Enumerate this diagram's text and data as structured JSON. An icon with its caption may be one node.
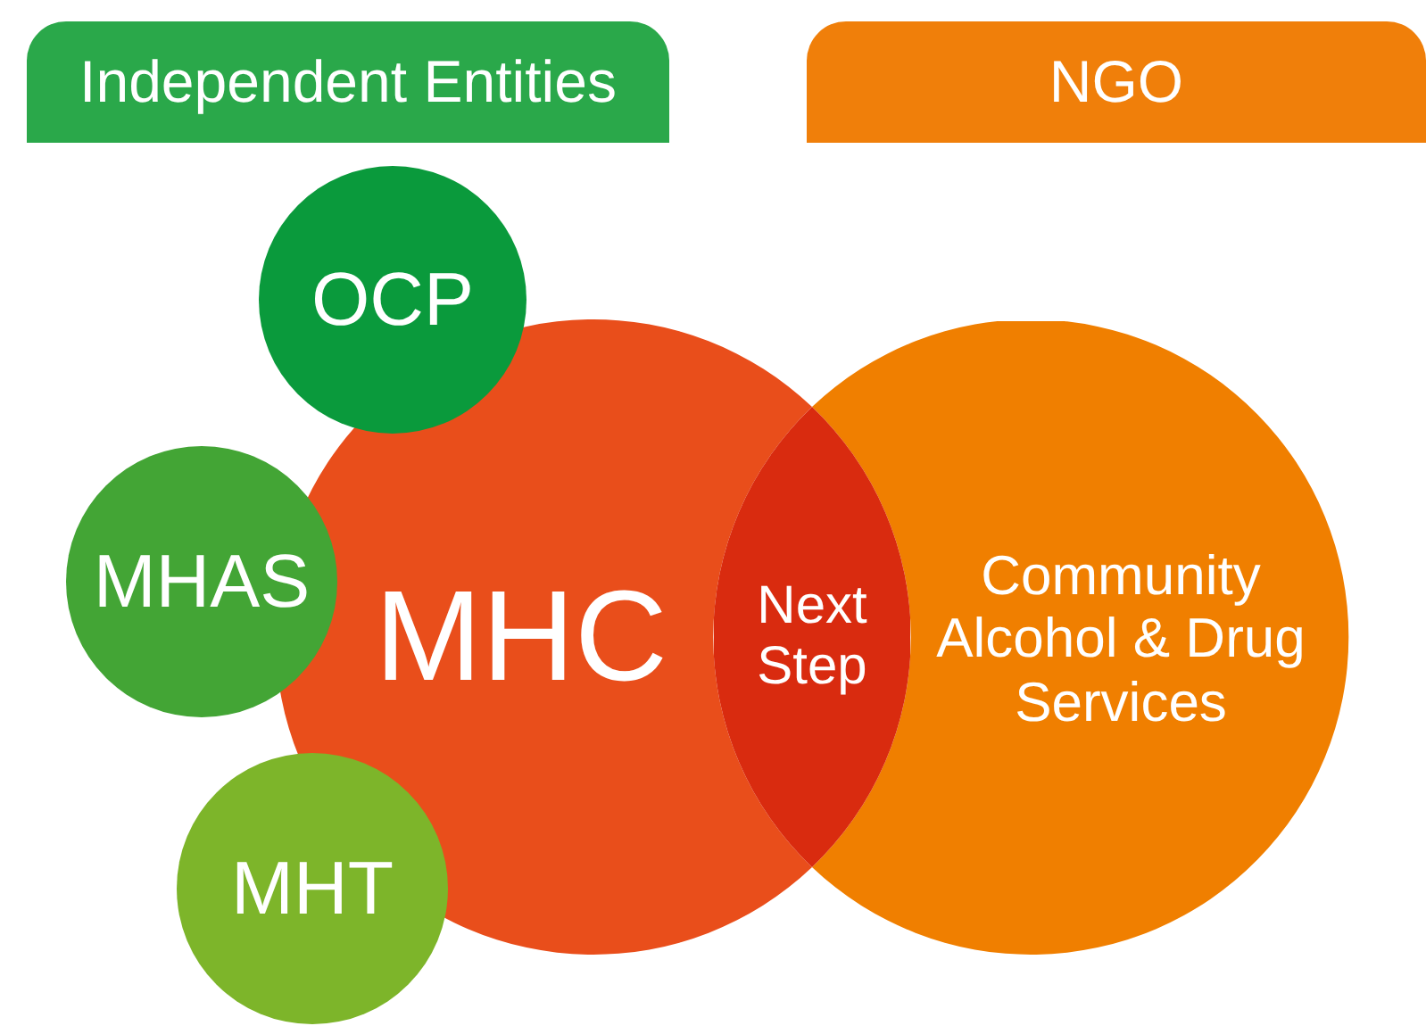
{
  "diagram": {
    "nodes": [
      {
        "text": [
          "Independent Entities"
        ]
      },
      {
        "text": [
          "NGO"
        ]
      },
      {
        "text": [
          "OCP"
        ]
      },
      {
        "text": [
          "MHAS"
        ]
      },
      {
        "text": [
          "MHT"
        ]
      },
      {
        "text": [
          "MHC"
        ]
      },
      {
        "text": [
          "Next Step"
        ]
      },
      {
        "text": [
          "Community Alcohol & Drug Services"
        ]
      }
    ]
  }
}
